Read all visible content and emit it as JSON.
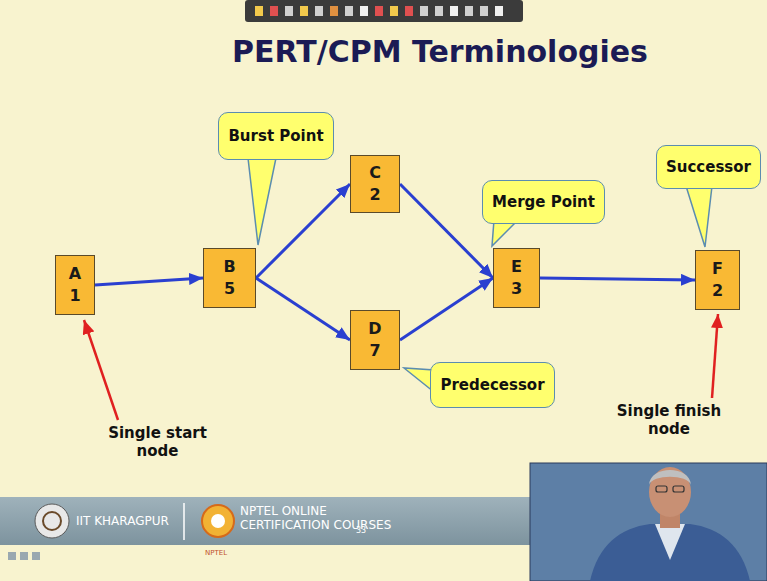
{
  "diagram": {
    "title": "PERT/CPM Terminologies",
    "nodes": [
      {
        "text": [
          "A",
          "1"
        ]
      },
      {
        "text": [
          "B",
          "5"
        ]
      },
      {
        "text": [
          "C",
          "2"
        ]
      },
      {
        "text": [
          "D",
          "7"
        ]
      },
      {
        "text": [
          "E",
          "3"
        ]
      },
      {
        "text": [
          "F",
          "2"
        ]
      },
      {
        "text": [
          "Burst Point"
        ]
      },
      {
        "text": [
          "Merge Point"
        ]
      },
      {
        "text": [
          "Predecessor"
        ]
      },
      {
        "text": [
          "Successor"
        ]
      }
    ],
    "edges": [
      {
        "from": 0,
        "to": 1,
        "arrow": "to"
      },
      {
        "from": 1,
        "to": 2,
        "arrow": "to"
      },
      {
        "from": 1,
        "to": 3,
        "arrow": "to"
      },
      {
        "from": 2,
        "to": 4,
        "arrow": "to"
      },
      {
        "from": 3,
        "to": 4,
        "arrow": "to"
      },
      {
        "from": 4,
        "to": 5,
        "arrow": "to"
      }
    ],
    "labels": [
      "Single start node",
      "Single finish node",
      "IIT KHARAGPUR",
      "NPTEL ONLINE CERTIFICATION COURSES",
      "33",
      "NPTEL"
    ]
  }
}
